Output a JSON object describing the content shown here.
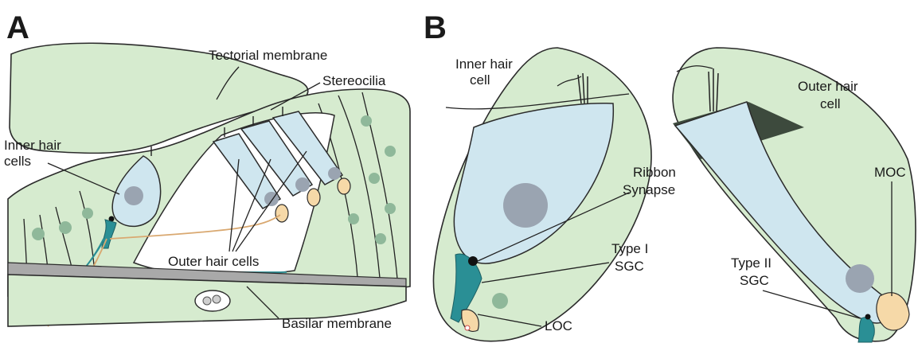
{
  "panels": {
    "a": "A",
    "b": "B"
  },
  "panel_a": {
    "tectorial_membrane": "Tectorial membrane",
    "stereocilia": "Stereocilia",
    "inner_hair_cells_line1": "Inner hair",
    "inner_hair_cells_line2": "cells",
    "outer_hair_cells": "Outer hair cells",
    "basilar_membrane": "Basilar membrane"
  },
  "panel_b_left": {
    "inner_hair_cell_line1": "Inner hair",
    "inner_hair_cell_line2": "cell",
    "ribbon_line1": "Ribbon",
    "ribbon_line2": "Synapse",
    "type1_line1": "Type I",
    "type1_line2": "SGC",
    "loc": "LOC"
  },
  "panel_b_right": {
    "outer_hair_cell_line1": "Outer hair",
    "outer_hair_cell_line2": "cell",
    "moc": "MOC",
    "type2_line1": "Type II",
    "type2_line2": "SGC"
  },
  "colors": {
    "tissue": "#d6ebcf",
    "hair_cell": "#cfe6ef",
    "nerve": "#2a8f95",
    "efferent": "#f6d9a8",
    "basilar": "#a9a9a9"
  }
}
